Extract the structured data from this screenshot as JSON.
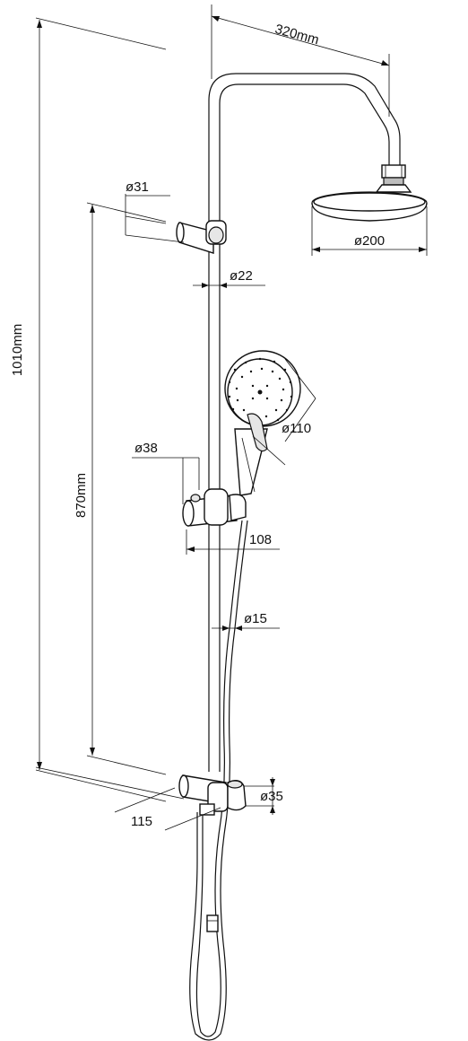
{
  "dimensions": {
    "arm_reach": "320mm",
    "overhead_diameter": "ø200",
    "top_bracket_diameter": "ø31",
    "riser_diameter": "ø22",
    "hand_shower_diameter": "ø110",
    "slider_diameter": "ø38",
    "slider_offset": "108",
    "hose_diameter": "ø15",
    "total_height": "1010mm",
    "bracket_spacing": "870mm",
    "diverter_diameter": "ø35",
    "diverter_depth": "115"
  },
  "colors": {
    "line": "#111111",
    "background": "#ffffff",
    "shade": "#e6e6e6"
  }
}
